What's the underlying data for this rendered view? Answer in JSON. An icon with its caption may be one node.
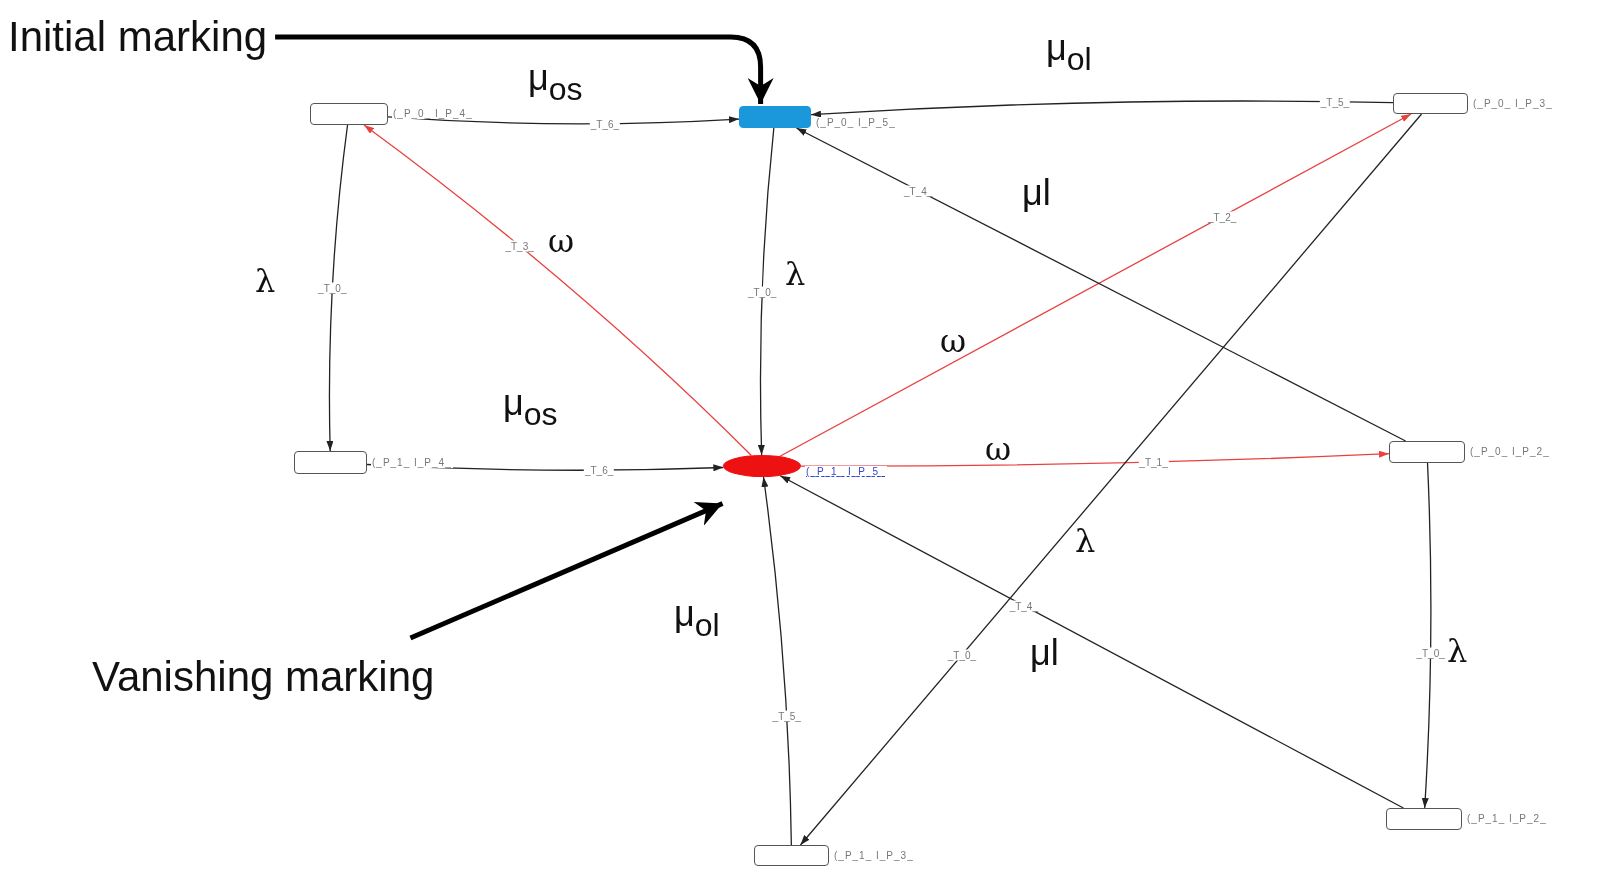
{
  "diagram": {
    "nodes": [
      {
        "text": [
          "Initial marking"
        ]
      },
      {
        "text": [],
        "shape": "box",
        "beside": [
          "(_P_0_ I_P_4_"
        ]
      },
      {
        "text": [],
        "shape": "box",
        "beside": [
          "(_P_0_ I_P_5_"
        ]
      },
      {
        "text": [],
        "shape": "box",
        "beside": [
          "(_P_0_ I_P_3_"
        ]
      },
      {
        "text": [],
        "shape": "box",
        "beside": [
          "(_P_1_ I_P_4_"
        ]
      },
      {
        "text": [],
        "shape": "ellipse",
        "beside": [
          "(_P_1_ I_P_5_"
        ]
      },
      {
        "text": [],
        "shape": "box",
        "beside": [
          "(_P_0_ I_P_2_"
        ]
      },
      {
        "text": [
          "Vanishing marking"
        ]
      },
      {
        "text": [],
        "shape": "box",
        "beside": [
          "(_P_1_ I_P_2_"
        ]
      },
      {
        "text": [],
        "shape": "box",
        "beside": [
          "(_P_1_ I_P_3_"
        ]
      }
    ],
    "edges": [
      {
        "from": 1,
        "to": 2,
        "arrow": "to",
        "label": "_T_6_"
      },
      {
        "from": 3,
        "to": 2,
        "arrow": "to",
        "label": "_T_5_"
      },
      {
        "from": 1,
        "to": 4,
        "arrow": "to",
        "label": "_T_0_"
      },
      {
        "from": 2,
        "to": 5,
        "arrow": "to",
        "label": "_T_0_"
      },
      {
        "from": 5,
        "to": 1,
        "arrow": "to",
        "label": "_T_3_",
        "color": "#e8413f"
      },
      {
        "from": 5,
        "to": 3,
        "arrow": "to",
        "label": "_T_2_",
        "color": "#e8413f"
      },
      {
        "from": 5,
        "to": 6,
        "arrow": "to",
        "label": "_T_1_",
        "color": "#e8413f"
      },
      {
        "from": 4,
        "to": 5,
        "arrow": "to",
        "label": "_T_6_"
      },
      {
        "from": 6,
        "to": 2,
        "arrow": "to",
        "label": "_T_4_"
      },
      {
        "from": 9,
        "to": 5,
        "arrow": "to",
        "label": "_T_5_"
      },
      {
        "from": 8,
        "to": 5,
        "arrow": "to",
        "label": "_T_4_"
      },
      {
        "from": 3,
        "to": 9,
        "arrow": "to",
        "label": "_T_0_"
      },
      {
        "from": 6,
        "to": 8,
        "arrow": "to",
        "label": "_T_0_"
      },
      {
        "from": 0,
        "to": 2,
        "arrow": "to",
        "style": "thick"
      },
      {
        "from": 7,
        "to": 5,
        "arrow": "to",
        "style": "thick"
      }
    ],
    "labels": [
      "μ$_{os}$",
      "μ$_{ol}$",
      "μl",
      "λ",
      "ω",
      "λ",
      "ω",
      "μ$_{os}$",
      "ω",
      "λ",
      "μ$_{ol}$",
      "μl",
      "λ"
    ]
  }
}
